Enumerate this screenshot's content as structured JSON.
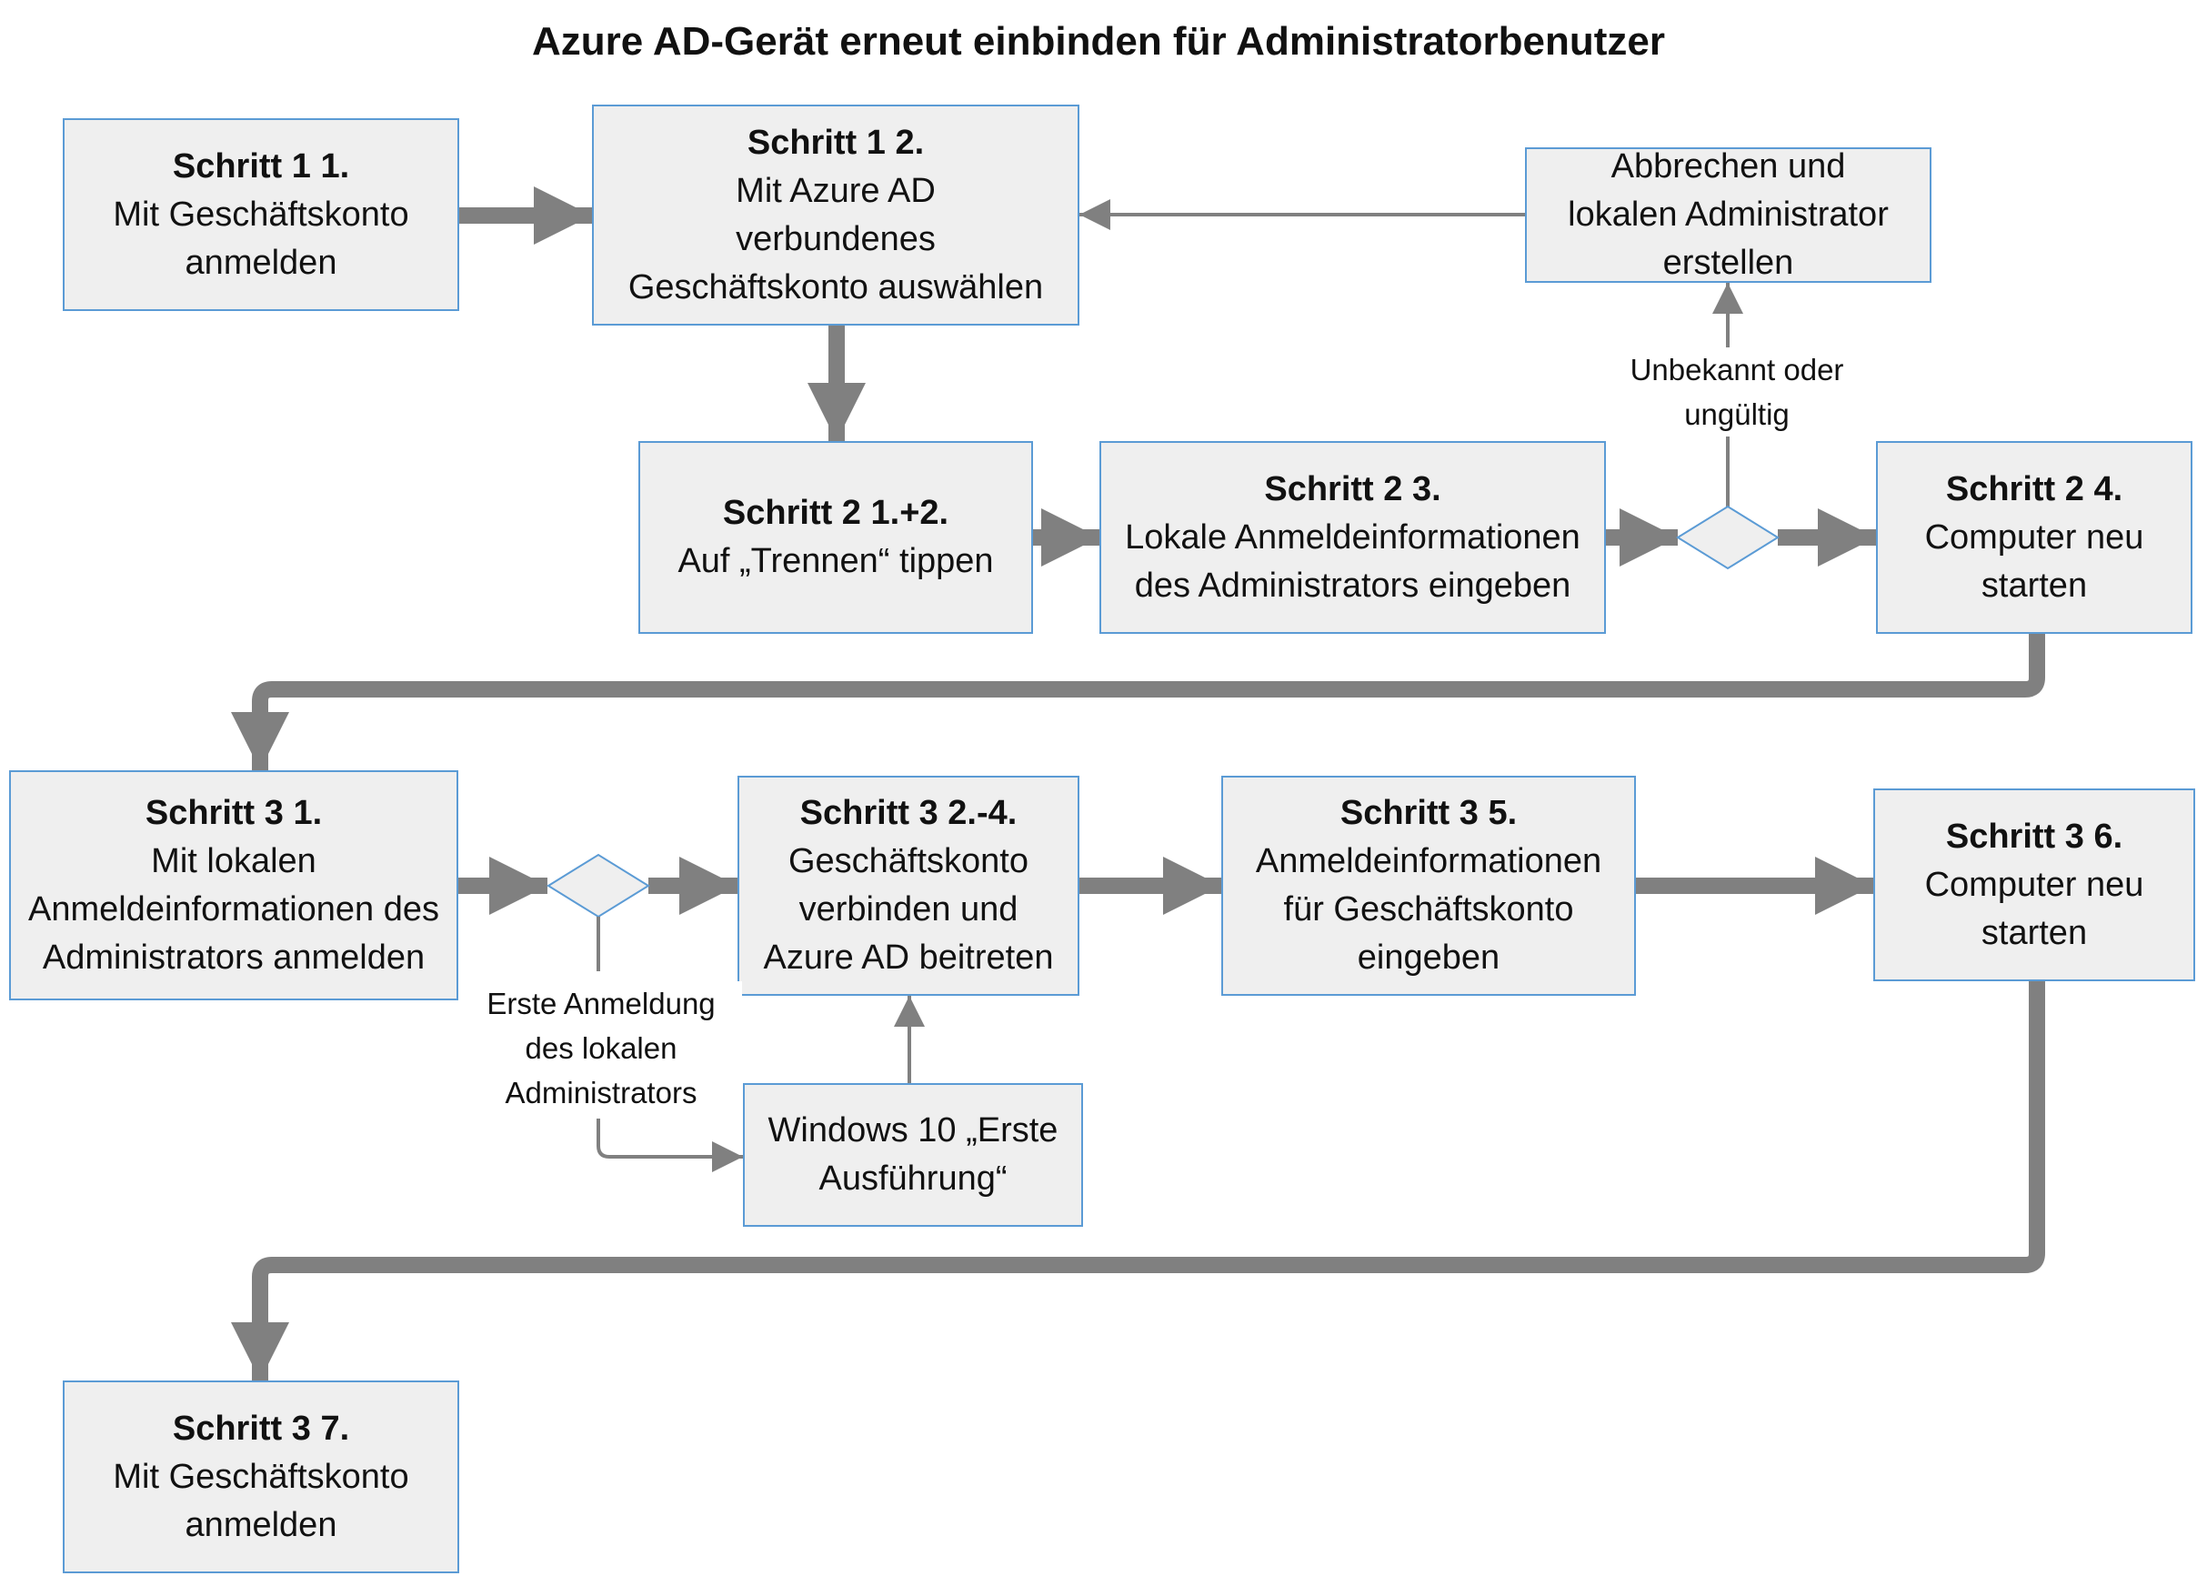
{
  "title": "Azure AD-Gerät erneut einbinden für Administratorbenutzer",
  "nodes": {
    "s11": {
      "head": "Schritt 1 1.",
      "lines": [
        "Mit Geschäftskonto",
        "anmelden"
      ]
    },
    "s12": {
      "head": "Schritt 1 2.",
      "lines": [
        "Mit Azure AD",
        "verbundenes",
        "Geschäftskonto auswählen"
      ]
    },
    "abbr": {
      "lines": [
        "Abbrechen und",
        "lokalen Administrator",
        "erstellen"
      ]
    },
    "s21": {
      "head": "Schritt 2 1.+2.",
      "lines": [
        "Auf „Trennen“ tippen"
      ]
    },
    "s23": {
      "head": "Schritt 2 3.",
      "lines": [
        "Lokale Anmeldeinformationen",
        "des Administrators eingeben"
      ]
    },
    "s24": {
      "head": "Schritt 2 4.",
      "lines": [
        "Computer neu",
        "starten"
      ]
    },
    "s31": {
      "head": "Schritt 3 1.",
      "lines": [
        "Mit lokalen",
        "Anmeldeinformationen des",
        "Administrators anmelden"
      ]
    },
    "s324": {
      "head": "Schritt 3 2.-4.",
      "lines": [
        "Geschäftskonto",
        "verbinden und",
        "Azure AD beitreten"
      ]
    },
    "s35": {
      "head": "Schritt 3 5.",
      "lines": [
        "Anmeldeinformationen",
        "für Geschäftskonto",
        "eingeben"
      ]
    },
    "s36": {
      "head": "Schritt 3 6.",
      "lines": [
        "Computer neu",
        "starten"
      ]
    },
    "win": {
      "lines": [
        "Windows 10 „Erste",
        "Ausführung“"
      ]
    },
    "s37": {
      "head": "Schritt 3 7.",
      "lines": [
        "Mit Geschäftskonto",
        "anmelden"
      ]
    }
  },
  "edge_labels": {
    "unknown": [
      "Unbekannt oder",
      "ungültig"
    ],
    "first_login": [
      "Erste Anmeldung",
      "des lokalen",
      "Administrators"
    ]
  },
  "colors": {
    "box_fill": "#efefef",
    "box_border": "#5b9bd5",
    "arrow": "#808080"
  }
}
